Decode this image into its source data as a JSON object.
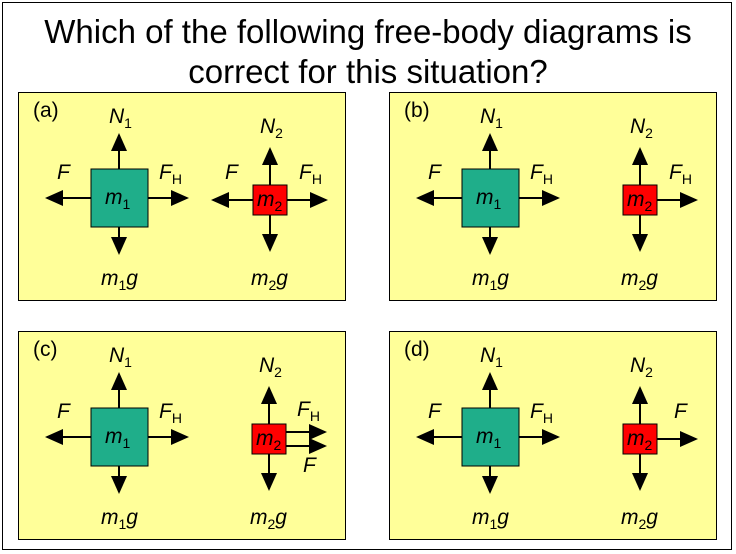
{
  "slide": {
    "title_line1": "Which of the following free-body diagrams is",
    "title_line2": "correct for this situation?"
  },
  "panels": [
    {
      "id": "a",
      "label": "(a)"
    },
    {
      "id": "b",
      "label": "(b)"
    },
    {
      "id": "c",
      "label": "(c)"
    },
    {
      "id": "d",
      "label": "(d)"
    }
  ],
  "colors": {
    "background": "#ffff99",
    "block1": "#1fae8a",
    "block2": "#ff0000",
    "arrow": "#000000"
  },
  "labels": {
    "N1": {
      "main": "N",
      "sub": "1"
    },
    "N2": {
      "main": "N",
      "sub": "2"
    },
    "F": {
      "main": "F"
    },
    "FH": {
      "main": "F",
      "sub": "H"
    },
    "m1": {
      "main": "m",
      "sub": "1"
    },
    "m2": {
      "main": "m",
      "sub": "2"
    },
    "m1g": {
      "main": "m",
      "sub": "1",
      "tail": "g"
    },
    "m2g": {
      "main": "m",
      "sub": "2",
      "tail": "g"
    }
  }
}
